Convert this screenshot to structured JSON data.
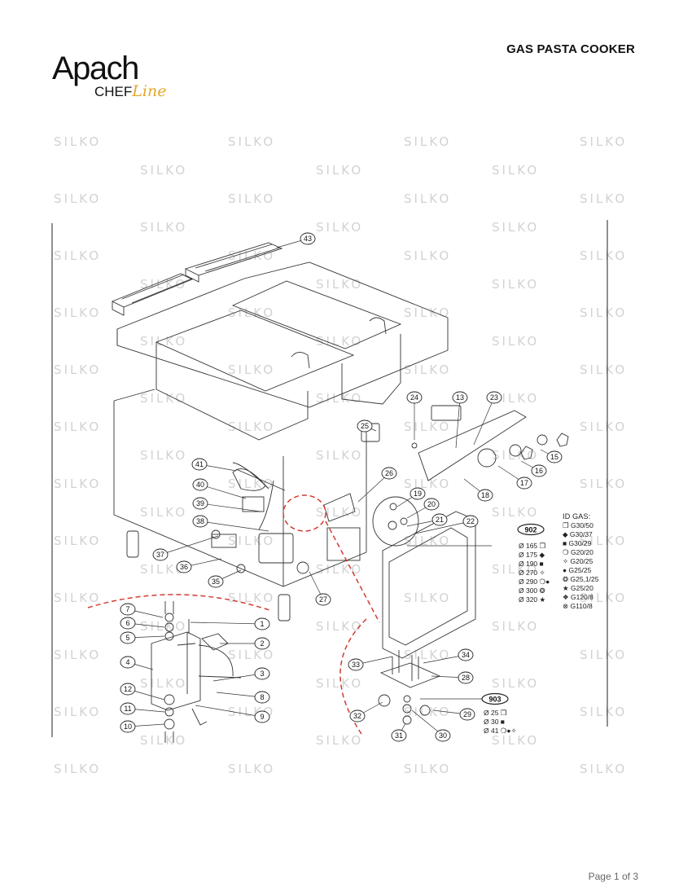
{
  "brand": {
    "main": "Apach",
    "sub": "CHEF",
    "script": "Line"
  },
  "document": {
    "title": "GAS PASTA COOKER",
    "page": "Page 1 of 3"
  },
  "watermark": {
    "text": "SILKO"
  },
  "callouts": [
    "1",
    "2",
    "3",
    "4",
    "5",
    "6",
    "7",
    "8",
    "9",
    "10",
    "11",
    "12",
    "13",
    "15",
    "16",
    "17",
    "18",
    "19",
    "20",
    "21",
    "22",
    "23",
    "24",
    "25",
    "26",
    "27",
    "28",
    "29",
    "30",
    "31",
    "32",
    "33",
    "34",
    "35",
    "36",
    "37",
    "38",
    "39",
    "40",
    "41",
    "43"
  ],
  "group_labels": {
    "g902": "902",
    "g903": "903"
  },
  "id_gas": {
    "title": "ID GAS:",
    "items": [
      "❒ G30/50",
      "◆ G30/37",
      "■ G30/29",
      "❍ G20/20",
      "✧ G20/25",
      "● G25/25",
      "❂ G25,1/25",
      "★ G25/20",
      "❖ G120/8",
      "⊗ G110/8"
    ]
  },
  "nozzles_902": [
    "Ø 165 ❒",
    "Ø 175 ◆",
    "Ø 190 ■",
    "Ø 270 ✧",
    "Ø 290 ❍●",
    "Ø 300 ❂",
    "Ø 320 ★"
  ],
  "nozzles_903": [
    "Ø 25 ❒",
    "Ø 30 ■",
    "Ø 41 ❍●✧"
  ]
}
